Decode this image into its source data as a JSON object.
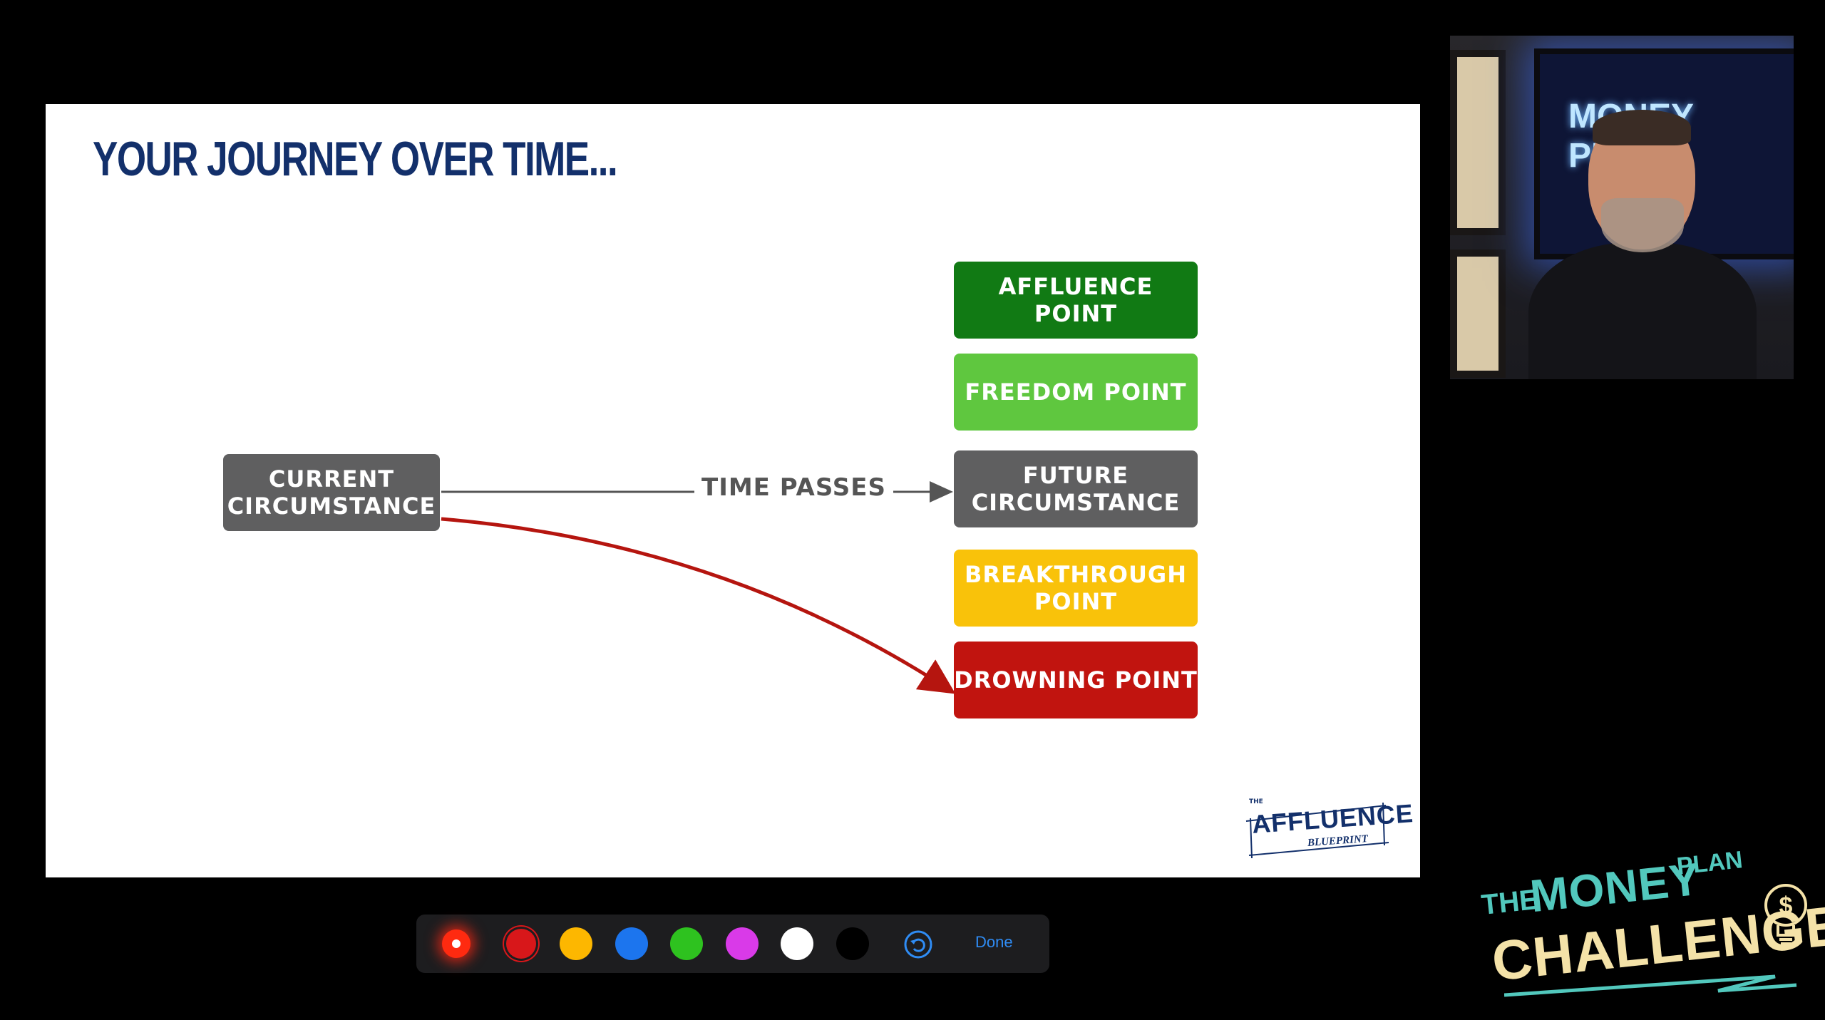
{
  "slide": {
    "title": "YOUR JOURNEY OVER TIME...",
    "current_box": "CURRENT\nCIRCUMSTANCE",
    "time_label": "TIME PASSES",
    "outcomes": {
      "affluence": "AFFLUENCE POINT",
      "freedom": "FREEDOM POINT",
      "future": "FUTURE\nCIRCUMSTANCE",
      "breakthrough": "BREAKTHROUGH\nPOINT",
      "drowning": "DROWNING POINT"
    },
    "logo": {
      "top": "THE",
      "main": "AFFLUENCE",
      "sub": "BLUEPRINT"
    }
  },
  "colors": {
    "affluence": "#117a14",
    "freedom": "#5fc73f",
    "future": "#5f5f60",
    "breakthrough": "#f9c20a",
    "drowning": "#c1140f",
    "title": "#13306b",
    "arrow_red": "#b5150f"
  },
  "toolbar": {
    "tools": [
      {
        "name": "laser-pointer",
        "color": "#ff2a10",
        "selected": true
      },
      {
        "name": "pen-red",
        "color": "#d8171a"
      },
      {
        "name": "pen-orange",
        "color": "#fdb700"
      },
      {
        "name": "pen-blue",
        "color": "#1c75ee"
      },
      {
        "name": "pen-green",
        "color": "#2ec21f"
      },
      {
        "name": "pen-magenta",
        "color": "#d93ae8"
      },
      {
        "name": "pen-white",
        "color": "#ffffff"
      },
      {
        "name": "pen-black",
        "color": "#000000"
      }
    ],
    "undo_icon": "undo-icon",
    "done_label": "Done"
  },
  "webcam": {
    "tv_text": "MONEY PLAN CHALLENGE"
  },
  "brand": {
    "the": "THE",
    "money": "MONEY",
    "plan": "PLAN",
    "challenge": "CHALLENGE"
  }
}
